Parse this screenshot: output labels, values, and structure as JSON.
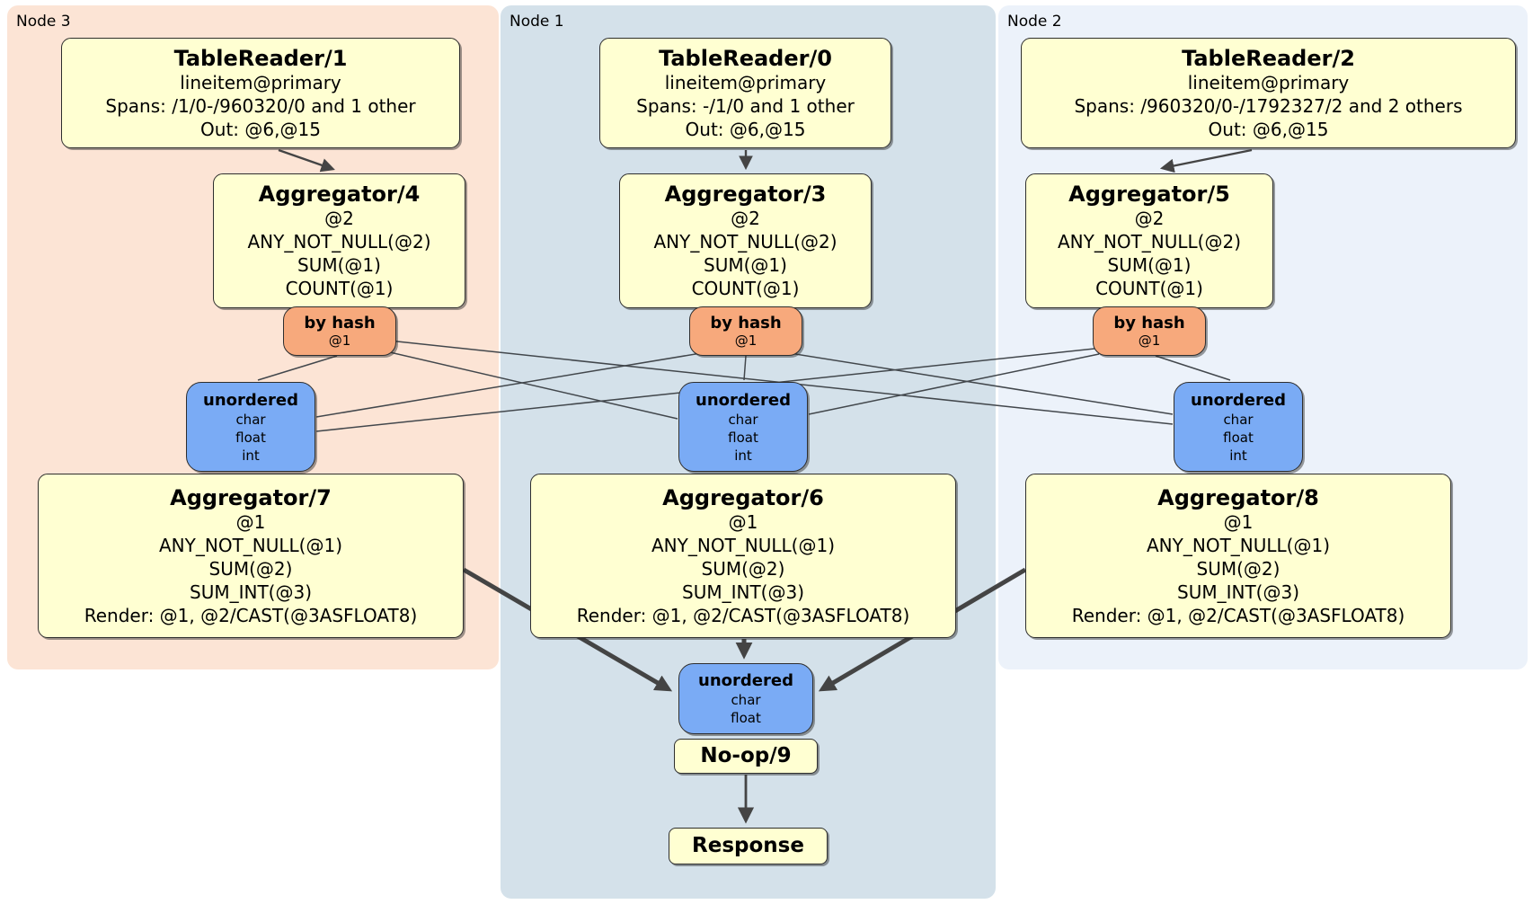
{
  "colors": {
    "node3_panel": "#fce4d5",
    "node1_panel": "#d4e1ea",
    "node2_panel": "#ecf2fa",
    "processor_box": "#ffffd2",
    "hash_router_box": "#f7a97c",
    "sync_box": "#7aabf5",
    "edge": "#444444"
  },
  "panels": {
    "node3": {
      "label": "Node 3",
      "table_reader": {
        "title": "TableReader/1",
        "lines": [
          "lineitem@primary",
          "Spans: /1/0-/960320/0 and 1 other",
          "Out: @6,@15"
        ]
      },
      "aggregator_top": {
        "title": "Aggregator/4",
        "lines": [
          "@2",
          "ANY_NOT_NULL(@2)",
          "SUM(@1)",
          "COUNT(@1)"
        ]
      },
      "router": {
        "title": "by hash",
        "detail": "@1"
      },
      "sync": {
        "title": "unordered",
        "lines": [
          "char",
          "float",
          "int"
        ]
      },
      "aggregator_bottom": {
        "title": "Aggregator/7",
        "lines": [
          "@1",
          "ANY_NOT_NULL(@1)",
          "SUM(@2)",
          "SUM_INT(@3)",
          "Render: @1, @2/CAST(@3ASFLOAT8)"
        ]
      }
    },
    "node1": {
      "label": "Node 1",
      "table_reader": {
        "title": "TableReader/0",
        "lines": [
          "lineitem@primary",
          "Spans: -/1/0 and 1 other",
          "Out: @6,@15"
        ]
      },
      "aggregator_top": {
        "title": "Aggregator/3",
        "lines": [
          "@2",
          "ANY_NOT_NULL(@2)",
          "SUM(@1)",
          "COUNT(@1)"
        ]
      },
      "router": {
        "title": "by hash",
        "detail": "@1"
      },
      "sync": {
        "title": "unordered",
        "lines": [
          "char",
          "float",
          "int"
        ]
      },
      "aggregator_bottom": {
        "title": "Aggregator/6",
        "lines": [
          "@1",
          "ANY_NOT_NULL(@1)",
          "SUM(@2)",
          "SUM_INT(@3)",
          "Render: @1, @2/CAST(@3ASFLOAT8)"
        ]
      },
      "final_sync": {
        "title": "unordered",
        "lines": [
          "char",
          "float"
        ]
      },
      "noop": {
        "title": "No-op/9"
      },
      "response": {
        "title": "Response"
      }
    },
    "node2": {
      "label": "Node 2",
      "table_reader": {
        "title": "TableReader/2",
        "lines": [
          "lineitem@primary",
          "Spans: /960320/0-/1792327/2 and 2 others",
          "Out: @6,@15"
        ]
      },
      "aggregator_top": {
        "title": "Aggregator/5",
        "lines": [
          "@2",
          "ANY_NOT_NULL(@2)",
          "SUM(@1)",
          "COUNT(@1)"
        ]
      },
      "router": {
        "title": "by hash",
        "detail": "@1"
      },
      "sync": {
        "title": "unordered",
        "lines": [
          "char",
          "float",
          "int"
        ]
      },
      "aggregator_bottom": {
        "title": "Aggregator/8",
        "lines": [
          "@1",
          "ANY_NOT_NULL(@1)",
          "SUM(@2)",
          "SUM_INT(@3)",
          "Render: @1, @2/CAST(@3ASFLOAT8)"
        ]
      }
    }
  },
  "edges": [
    {
      "from": "TableReader/1",
      "to": "Aggregator/4"
    },
    {
      "from": "TableReader/0",
      "to": "Aggregator/3"
    },
    {
      "from": "TableReader/2",
      "to": "Aggregator/5"
    },
    {
      "from": "by hash (Node 3)",
      "to": "unordered (Node 3)"
    },
    {
      "from": "by hash (Node 3)",
      "to": "unordered (Node 1)"
    },
    {
      "from": "by hash (Node 3)",
      "to": "unordered (Node 2)"
    },
    {
      "from": "by hash (Node 1)",
      "to": "unordered (Node 3)"
    },
    {
      "from": "by hash (Node 1)",
      "to": "unordered (Node 1)"
    },
    {
      "from": "by hash (Node 1)",
      "to": "unordered (Node 2)"
    },
    {
      "from": "by hash (Node 2)",
      "to": "unordered (Node 3)"
    },
    {
      "from": "by hash (Node 2)",
      "to": "unordered (Node 1)"
    },
    {
      "from": "by hash (Node 2)",
      "to": "unordered (Node 2)"
    },
    {
      "from": "Aggregator/7",
      "to": "unordered (final)"
    },
    {
      "from": "Aggregator/6",
      "to": "unordered (final)"
    },
    {
      "from": "Aggregator/8",
      "to": "unordered (final)"
    },
    {
      "from": "No-op/9",
      "to": "Response"
    }
  ]
}
